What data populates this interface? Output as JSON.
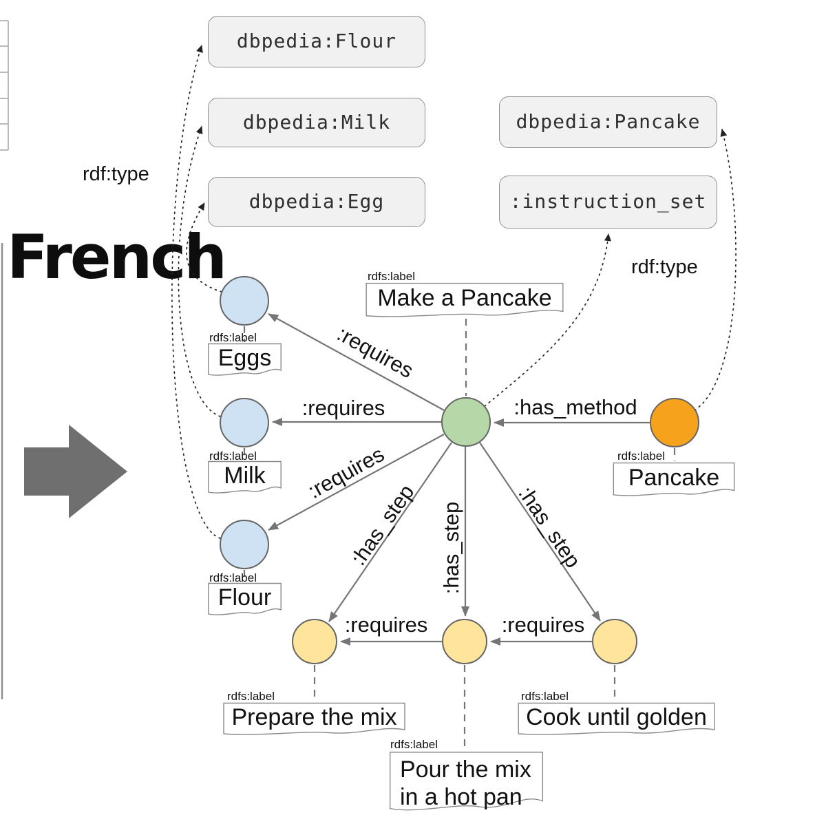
{
  "diagram": {
    "overlay_word": "French",
    "annotations": {
      "rdfs_label": "rdfs:label",
      "rdf_type": "rdf:type"
    },
    "edge_labels": {
      "requires": ":requires",
      "has_step": ":has_step",
      "has_method": ":has_method"
    },
    "class_boxes": {
      "flour": "dbpedia:Flour",
      "milk": "dbpedia:Milk",
      "egg": "dbpedia:Egg",
      "pancake": "dbpedia:Pancake",
      "instruction_set": ":instruction_set"
    },
    "node_labels": {
      "recipe": "Make a Pancake",
      "eggs": "Eggs",
      "milk": "Milk",
      "flour": "Flour",
      "pancake": "Pancake",
      "step_prepare": "Prepare the mix",
      "step_pour_line1": "Pour the mix",
      "step_pour_line2": "in a hot pan",
      "step_cook": "Cook until golden"
    },
    "colors": {
      "ingredient_node": "#cfe2f3",
      "recipe_node": "#b6d7a8",
      "product_node": "#f6a21d",
      "step_node": "#ffe59b",
      "class_box_bg": "#f1f1f1",
      "edge": "#757575",
      "big_arrow": "#6f6f6f"
    }
  }
}
